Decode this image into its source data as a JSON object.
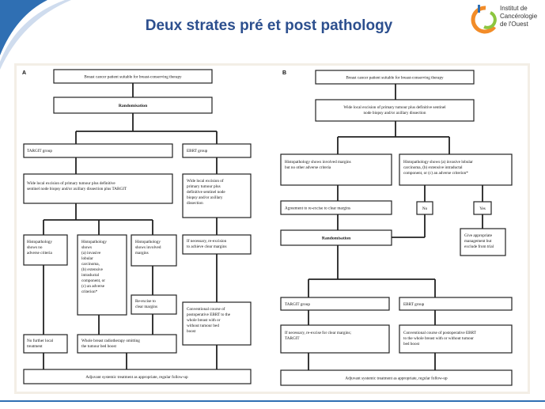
{
  "title": "Deux strates pré et post pathology",
  "logo": {
    "line1": "Institut de",
    "line2": "Cancérologie",
    "line3": "de l'Ouest"
  },
  "colors": {
    "title": "#2c4f8e",
    "accent_blue": "#2f6fb3",
    "logo_orange": "#f28c28",
    "logo_green": "#8cc63f"
  },
  "panel_a": {
    "label": "A",
    "patient": "Breast cancer patient suitable for breast-conserving therapy",
    "randomisation": "Randomisation",
    "targit_group": "TARGIT group",
    "ebrt_group": "EBRT group",
    "targit_surgery": [
      "Wide local excision of primary tumour plus definitive",
      "sentinel node biopsy and/or axillary dissection plus TARGIT"
    ],
    "ebrt_surgery": [
      "Wide local excision of",
      "primary tumour plus",
      "definitive sentinel node",
      "biopsy and/or axillary",
      "dissection"
    ],
    "histo_none": [
      "Histopathology",
      "shows no",
      "adverse criteria"
    ],
    "histo_shows": [
      "Histopathology",
      "shows",
      "(a) invasive",
      "lobular",
      "carcinoma,",
      "(b) extensive",
      "intraductal",
      "component, or",
      "(c) an adverse",
      "criterion*"
    ],
    "histo_margins": [
      "Histopathology",
      "shows involved",
      "margins"
    ],
    "reexcise_ebrt": [
      "If necessary, re-excision",
      "to achieve clear margins"
    ],
    "reexcise": [
      "Re-excise to",
      "clear margins"
    ],
    "conventional": [
      "Conventional course of",
      "postoperative EBRT to the",
      "whole breast with or",
      "without tumour bed",
      "boost"
    ],
    "no_further": [
      "No further local",
      "treatment"
    ],
    "whole_breast": [
      "Whole breast radiotherapy omitting",
      "the tumour bed boost"
    ],
    "adjuvant": "Adjuvant systemic treatment as appropriate, regular follow-up"
  },
  "panel_b": {
    "label": "B",
    "patient": "Breast cancer patient suitable for breast-conserving therapy",
    "wle": [
      "Wide local excision of primary tumour plus definitive sentinel",
      "node biopsy and/or axillary dissection"
    ],
    "histo_involved": [
      "Histopathology shows involved margins",
      "but no other adverse criteria"
    ],
    "histo_adverse": [
      "Histopathology shows (a) invasive lobular",
      "carcinoma, (b) extensive intraductal",
      "component, or (c) an adverse criterion*"
    ],
    "agreement": "Agreement to re-excise to clear margins",
    "no": "No",
    "yes": "Yes",
    "randomisation": "Randomisation",
    "give_appropriate": [
      "Give appropriate",
      "management but",
      "exclude from trial"
    ],
    "targit_group": "TARGIT group",
    "ebrt_group": "EBRT group",
    "targit_detail": [
      "If necessary, re-excise for clear margins;",
      "TARGIT"
    ],
    "ebrt_detail": [
      "Conventional course of postoperative EBRT",
      "to the whole breast with or without tumour",
      "bed boost"
    ],
    "adjuvant": "Adjuvant systemic treatment as appropriate, regular follow-up"
  }
}
